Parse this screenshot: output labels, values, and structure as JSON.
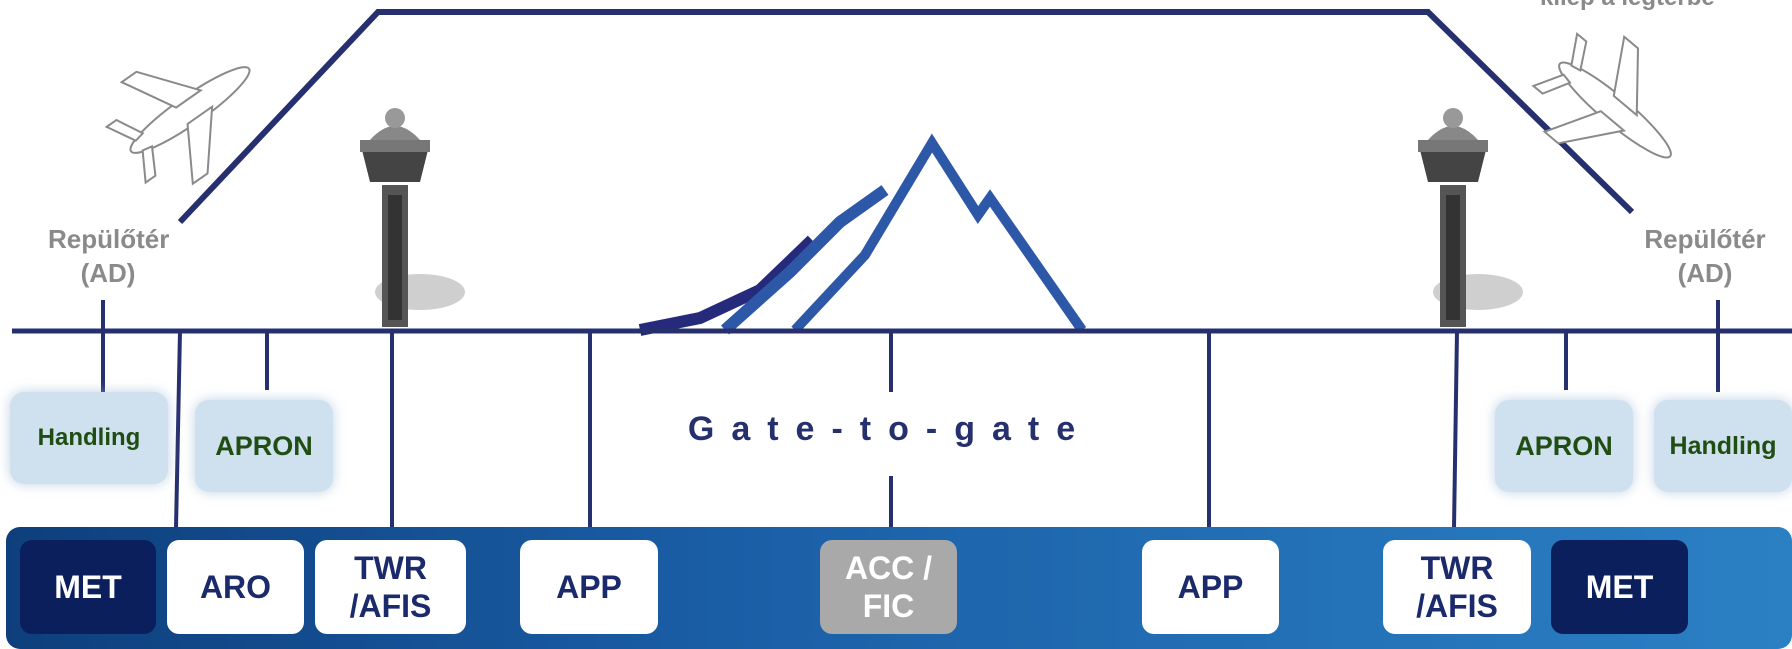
{
  "top_right_text": "kilép a légtérbe",
  "airport_left": {
    "line1": "Repülőtér",
    "line2": "(AD)"
  },
  "airport_right": {
    "line1": "Repülőtér",
    "line2": "(AD)"
  },
  "center_label": "Gate-to-gate",
  "ground_boxes": {
    "handling_left": "Handling",
    "apron_left": "APRON",
    "apron_right": "APRON",
    "handling_right": "Handling"
  },
  "bottom_boxes": {
    "met_left": "MET",
    "aro": "ARO",
    "twr_left": {
      "line1": "TWR",
      "line2": "/AFIS"
    },
    "app_left": "APP",
    "acc": {
      "line1": "ACC /",
      "line2": "FIC"
    },
    "app_right": "APP",
    "twr_right": {
      "line1": "TWR",
      "line2": "/AFIS"
    },
    "met_right": "MET"
  },
  "colors": {
    "line": "#27306e",
    "bar_start": "#0e3f7c",
    "bar_end": "#2b80c4",
    "met_fill": "#0a1f5c",
    "acc_fill": "#a9a9a9",
    "ground_box_fill": "#cfe0ee",
    "ground_text": "#1f4d12"
  },
  "icons": [
    "airplane-icon",
    "control-tower-icon",
    "mountain-icon"
  ]
}
